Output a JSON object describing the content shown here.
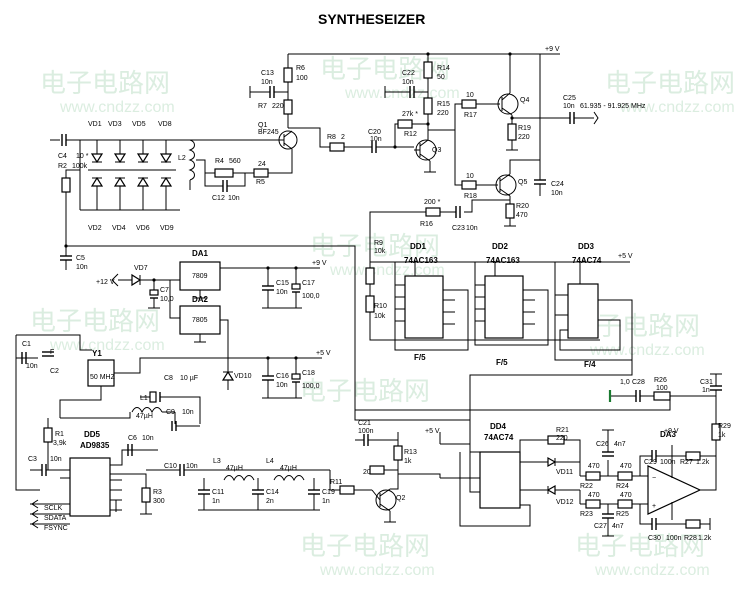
{
  "title": "SYNTHESEIZER",
  "watermark": {
    "cn": "电子电路网",
    "en": "www.cndzz.com"
  },
  "rails": {
    "vcc9": "+9 V",
    "vcc5": "+5 V",
    "vin12": "+12 V"
  },
  "ics": {
    "da1": {
      "ref": "DA1",
      "type": "7809"
    },
    "da2": {
      "ref": "DA2",
      "type": "7805"
    },
    "da3": {
      "ref": "DA3"
    },
    "dd1": {
      "ref": "DD1",
      "type": "74AC163",
      "div": "F/5"
    },
    "dd2": {
      "ref": "DD2",
      "type": "74AC163",
      "div": "F/5"
    },
    "dd3": {
      "ref": "DD3",
      "type": "74AC74",
      "div": "F/4"
    },
    "dd4": {
      "ref": "DD4",
      "type": "74AC74"
    },
    "dd5": {
      "ref": "DD5",
      "type": "AD9835",
      "pins": [
        "SCLK",
        "SDATA",
        "FSYNC"
      ]
    },
    "y1": {
      "ref": "Y1",
      "freq": "50 MHZ"
    }
  },
  "output": {
    "ref": "C25",
    "value": "10n",
    "range": "61.935 - 91.925 MHz"
  },
  "labels": {
    "c13": "C13",
    "c13v": "10n",
    "r6": "R6",
    "r6v": "100",
    "r7": "R7",
    "r7v": "220",
    "q1": "Q1",
    "q1t": "BF245",
    "c22": "C22",
    "c22v": "10n",
    "r14": "R14",
    "r14v": "50",
    "r15": "R15",
    "r15v": "220",
    "r17": "R17",
    "r17v": "10",
    "q4": "Q4",
    "r19": "R19",
    "r19v": "220",
    "r12": "R12",
    "r12v": "27k *",
    "c20": "C20",
    "c20v": "10n",
    "r8": "R8",
    "r8v": "2",
    "q3": "Q3",
    "r18": "R18",
    "r18v": "10",
    "q5": "Q5",
    "c24": "C24",
    "c24v": "10n",
    "r20": "R20",
    "r20v": "470",
    "r16": "R16",
    "r16v": "200 *",
    "c23": "C23",
    "c23v": "10n",
    "vd1": "VD1",
    "vd3": "VD3",
    "vd5": "VD5",
    "vd8": "VD8",
    "vd2": "VD2",
    "vd4": "VD4",
    "vd6": "VD6",
    "vd9": "VD9",
    "c4": "C4",
    "c4v": "10 *",
    "r2": "R2",
    "r2v": "100k",
    "l2": "L2",
    "r4": "R4",
    "r4v": "560",
    "r5": "R5",
    "r5v": "24",
    "c12": "C12",
    "c12v": "10n",
    "c5": "C5",
    "c5v": "10n",
    "vd7": "VD7",
    "c7": "C7",
    "c7v": "10,0",
    "c15": "C15",
    "c15v": "10n",
    "c17": "C17",
    "c17v": "100,0",
    "c16": "C16",
    "c16v": "10n",
    "c18": "C18",
    "c18v": "100,0",
    "vd10": "VD10",
    "r9": "R9",
    "r9v": "10k",
    "r10": "R10",
    "r10v": "10k",
    "c1": "C1",
    "c1v": "10n",
    "c2": "C2",
    "f": "F",
    "c8": "C8",
    "c8v": "10 µF",
    "l1": "L1",
    "l1v": "47µH",
    "c9": "C9",
    "c9v": "10n",
    "r1": "R1",
    "r1v": "3,9k",
    "c6": "C6",
    "c6v": "10n",
    "c3": "C3",
    "c3v": "10n",
    "c10": "C10",
    "c10v": "10n",
    "l3": "L3",
    "l3v": "47µH",
    "l4": "L4",
    "l4v": "47µH",
    "r3": "R3",
    "r3v": "300",
    "c11": "C11",
    "c11v": "1n",
    "c14": "C14",
    "c14v": "2n",
    "c19": "C19",
    "c19v": "1n",
    "c21": "C21",
    "c21v": "100n",
    "r13": "R13",
    "r13v": "1k",
    "r11": "R11",
    "r11v": "20k *",
    "q2": "Q2",
    "r21": "R21",
    "r21v": "220",
    "c26": "C26",
    "c26v": "4n7",
    "c27": "C27",
    "c27v": "4n7",
    "vd11": "VD11",
    "vd12": "VD12",
    "r22": "R22",
    "r22v": "470",
    "r23": "R23",
    "r23v": "470",
    "r24": "R24",
    "r24v": "470",
    "r25": "R25",
    "r25v": "470",
    "c29": "C29",
    "c29v": "100n",
    "r27": "R27",
    "r27v": "1.2k",
    "c30": "C30",
    "c30v": "100n",
    "r28": "R28",
    "r28v": "1.2k",
    "c28": "C28",
    "c28v": "1,0",
    "r26": "R26",
    "r26v": "100",
    "c31": "C31",
    "c31v": "1n",
    "r29": "R29",
    "r29v": "1k"
  }
}
